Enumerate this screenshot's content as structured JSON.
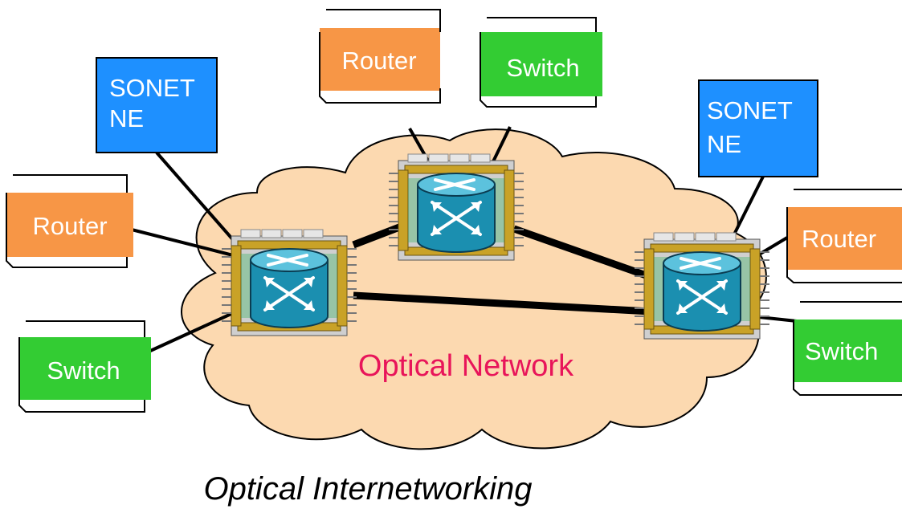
{
  "cloud_label": "Optical Network",
  "caption": "Optical Internetworking",
  "devices": {
    "sonet_left": {
      "line1": "SONET",
      "line2": "NE"
    },
    "sonet_right": {
      "line1": "SONET",
      "line2": "NE"
    },
    "router_top": "Router",
    "router_left": "Router",
    "router_right": "Router",
    "switch_top": "Switch",
    "switch_left": "Switch",
    "switch_right": "Switch"
  },
  "colors": {
    "router": "#f79646",
    "switch": "#33cc33",
    "sonet": "#1e90ff",
    "cloud": "#fcd9b0",
    "cloud_label": "#e8155a",
    "xc_body": "#1b8fb0",
    "card": "#c9a227"
  }
}
